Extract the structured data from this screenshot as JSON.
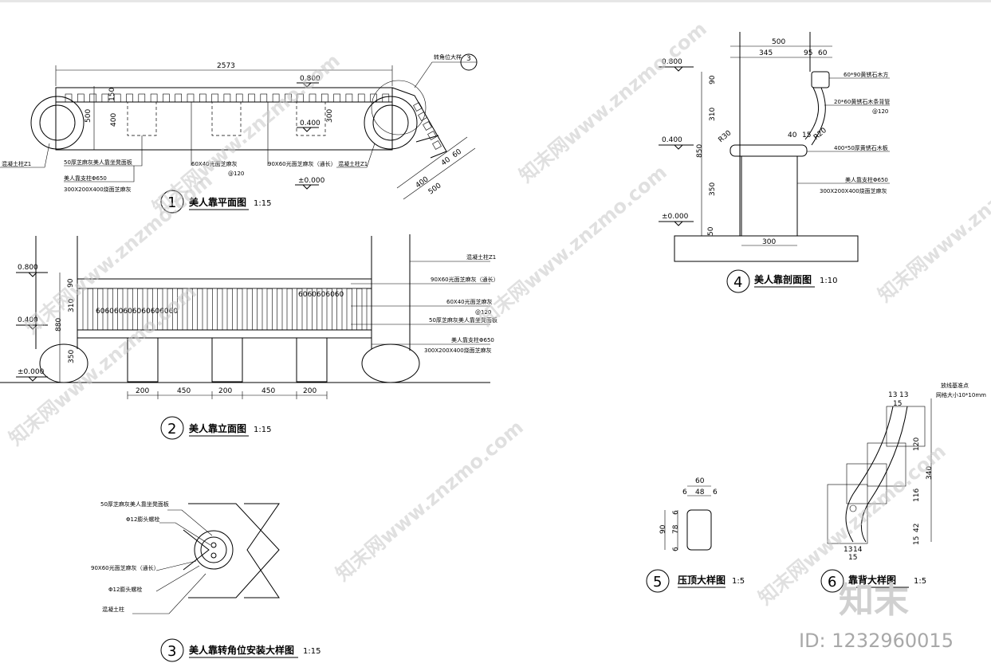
{
  "plan": {
    "length": "2573",
    "elev_top": "0.800",
    "depth": "500",
    "d400": "400",
    "d300": "300",
    "d150": "150",
    "elev_mid": "0.400",
    "elev_low": "±0.000",
    "turn_label": "转角位大样",
    "turn_ref": "3",
    "d40": "40",
    "d60": "60",
    "d400b": "400",
    "d500b": "500",
    "label_left_col": "混凝土柱Z1",
    "label_right_col": "混凝土柱Z1",
    "label_seat": "50厚芝麻灰美人靠坐凳面板",
    "label_support": "美人靠支柱Φ650",
    "label_block": "300X200X400烧面芝麻灰",
    "label_rail": "60X40光面芝麻灰",
    "label_rail_at": "@120",
    "label_beam": "90X60光面芝麻灰（通长）",
    "num": "1",
    "title": "美人靠平面图",
    "scale": "1:15"
  },
  "elev": {
    "e800": "0.800",
    "e400": "0.400",
    "e000": "±0.000",
    "h90": "90",
    "h310": "310",
    "h880": "880",
    "h350": "350",
    "spacing_left": "606060606060606060",
    "spacing_right": "6060606060",
    "col_label": "混凝土柱Z1",
    "beam_label": "90X60光面芝麻灰（通长）",
    "rail_label": "60X40光面芝麻灰",
    "rail_at": "@120",
    "seat_label": "50厚芝麻灰美人靠坐凳面板",
    "support_label": "美人靠支柱Φ650",
    "block_label": "300X200X400烧面芝麻灰",
    "w1": "200",
    "w2": "450",
    "w3": "200",
    "w4": "450",
    "w5": "200",
    "num": "2",
    "title": "美人靠立面图",
    "scale": "1:15"
  },
  "detail3": {
    "l1": "50厚芝麻灰美人靠坐凳面板",
    "l2": "Φ12膨头螺栓",
    "l3": "90X60光面芝麻灰（通长）",
    "l4": "Φ12膨头螺栓",
    "l5": "混凝土柱",
    "num": "3",
    "title": "美人靠转角位安装大样图",
    "scale": "1:15"
  },
  "section": {
    "w500": "500",
    "w345": "345",
    "w95": "95",
    "w60": "60",
    "e800": "0.800",
    "e400": "0.400",
    "e000": "±0.000",
    "h90": "90",
    "h310": "310",
    "h850": "850",
    "h350": "350",
    "h50": "50",
    "r30": "R30",
    "r20": "R20",
    "d40": "40",
    "d15": "15",
    "w300": "300",
    "l1": "60*90黄锈石木方",
    "l2": "20*60黄锈石木条背管",
    "l2b": "@120",
    "l3": "400*50厚黄锈石木板",
    "l4": "美人靠支柱Φ650",
    "l5": "300X200X400烧面芝麻灰",
    "num": "4",
    "title": "美人靠剖面图",
    "scale": "1:10"
  },
  "detail5": {
    "w60": "60",
    "w6a": "6",
    "w48": "48",
    "w6b": "6",
    "h90": "90",
    "h6a": "6",
    "h78": "78",
    "h6b": "6",
    "num": "5",
    "title": "压顶大样图",
    "scale": "1:5"
  },
  "detail6": {
    "l1": "放线基准点",
    "l2": "网格大小10*10mm",
    "top1": "13",
    "top2": "13",
    "top3": "15",
    "h120": "120",
    "h340": "340",
    "h116": "116",
    "h42": "42",
    "h15": "15",
    "bot1": "13",
    "bot2": "14",
    "bot3": "15",
    "num": "6",
    "title": "靠背大样图",
    "scale": "1:5"
  },
  "watermarks": {
    "text": "知末网www.znzmo.com",
    "brand": "知末",
    "id": "ID: 1232960015"
  }
}
